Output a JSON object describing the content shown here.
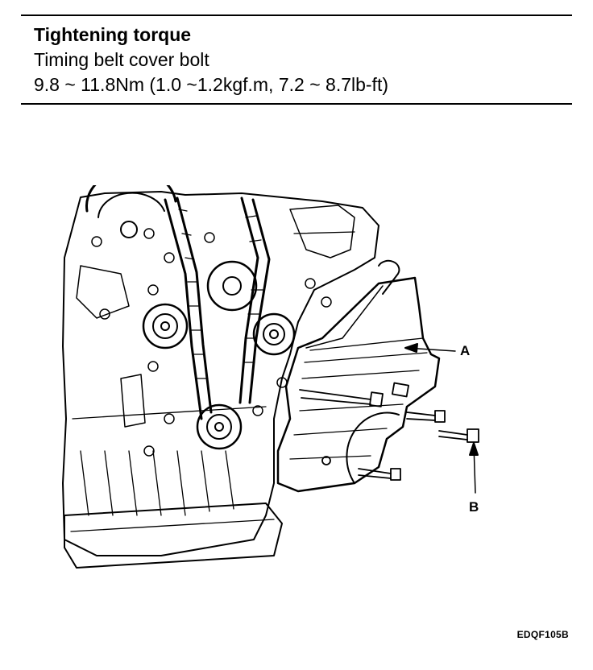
{
  "spec": {
    "heading": "Tightening torque",
    "item": "Timing belt cover bolt",
    "value": "9.8 ~ 11.8Nm (1.0 ~1.2kgf.m, 7.2 ~ 8.7lb-ft)"
  },
  "callouts": {
    "a": "A",
    "b": "B"
  },
  "figure_code": "EDQF105B"
}
